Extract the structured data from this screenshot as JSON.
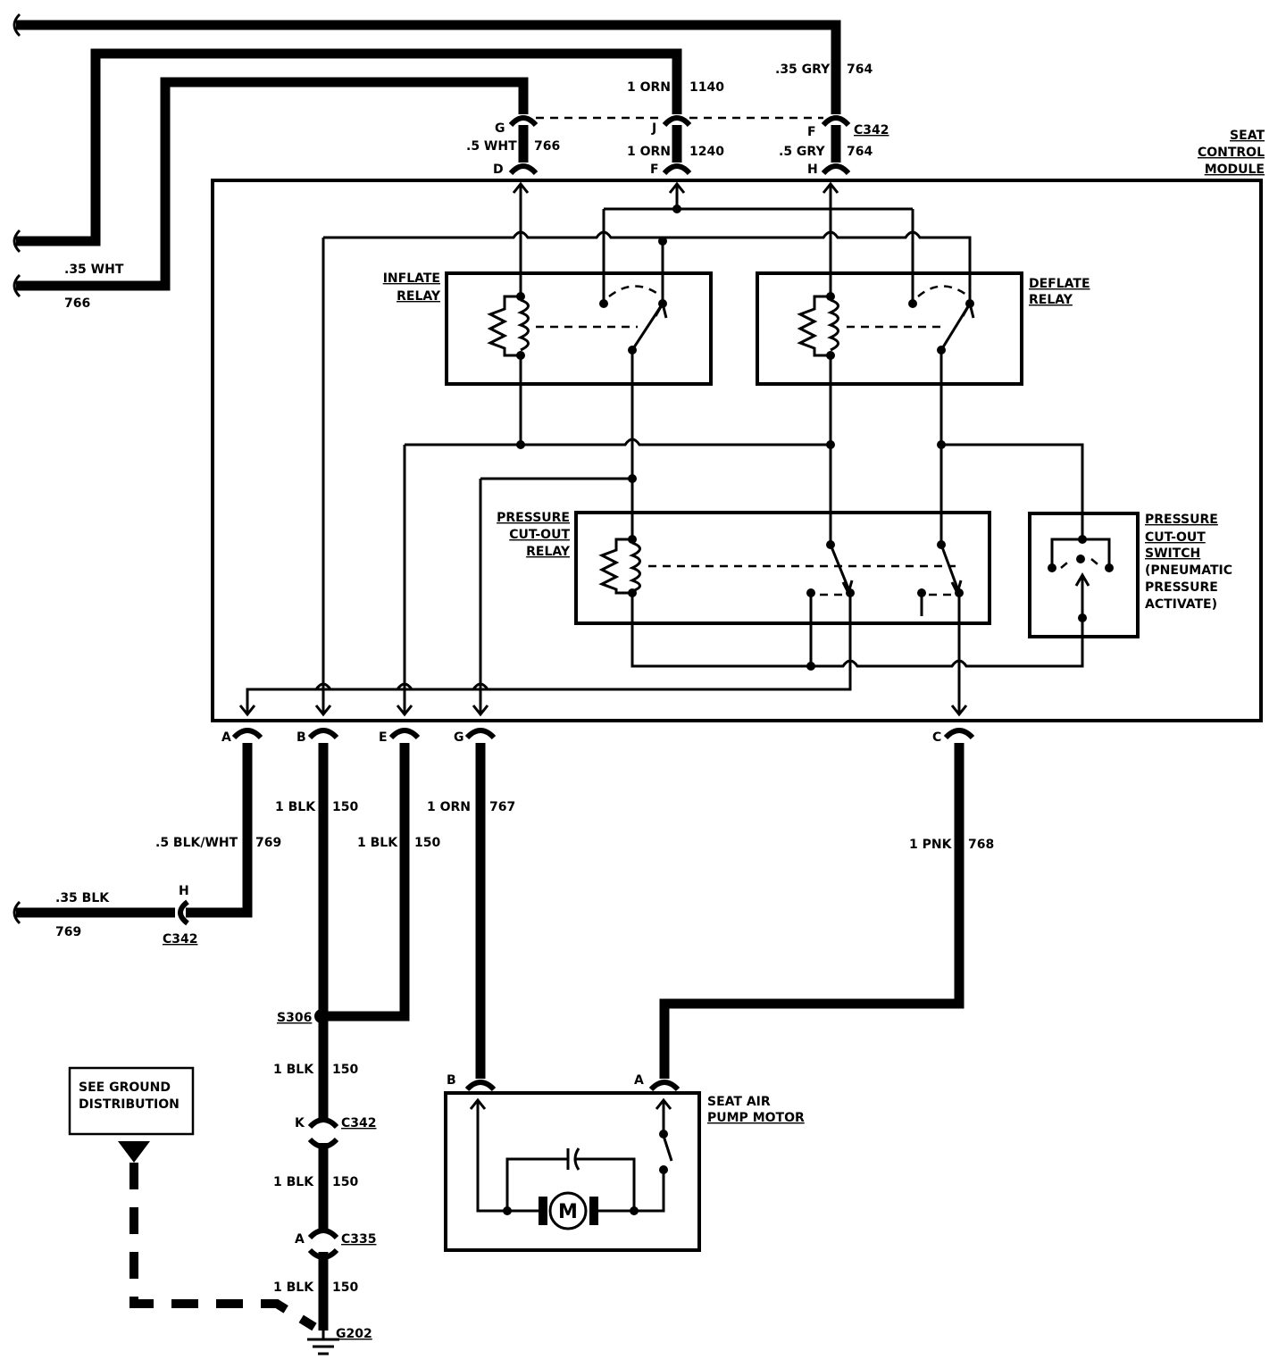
{
  "module": {
    "title_lines": [
      "SEAT",
      "CONTROL",
      "MODULE"
    ]
  },
  "relays": {
    "inflate": [
      "INFLATE",
      "RELAY"
    ],
    "deflate": [
      "DEFLATE",
      "RELAY"
    ],
    "cutout": [
      "PRESSURE",
      "CUT-OUT",
      "RELAY"
    ]
  },
  "switch": {
    "lines": [
      "PRESSURE",
      "CUT-OUT",
      "SWITCH",
      "(PNEUMATIC",
      "PRESSURE",
      "ACTIVATE)"
    ]
  },
  "motor": {
    "label_lines": [
      "SEAT AIR",
      "PUMP MOTOR"
    ],
    "symbol": "M",
    "pin_b": "B",
    "pin_a": "A"
  },
  "ground_box": {
    "lines": [
      "SEE GROUND",
      "DISTRIBUTION"
    ]
  },
  "top_wires": {
    "left_label": ".35 WHT",
    "left_circuit": "766",
    "g_pin": "G",
    "g_wire": ".5 WHT",
    "g_circuit": "766",
    "d_pin": "D",
    "j_pin": "J",
    "j_upper_wire": "1 ORN",
    "j_upper_circuit": "1140",
    "j_lower_wire": "1 ORN",
    "j_lower_circuit": "1240",
    "f_pin": "F",
    "f_top_pin": "F",
    "f_upper_wire": ".35 GRY",
    "f_upper_circuit": "764",
    "f_lower_wire": ".5 GRY",
    "f_lower_circuit": "764",
    "h_pin": "H",
    "connector": "C342"
  },
  "bottom_pins": {
    "a": "A",
    "b": "B",
    "e": "E",
    "g": "G",
    "c": "C"
  },
  "bottom_wires": {
    "a_wire": ".5 BLK/WHT",
    "a_circuit": "769",
    "b_wire": "1 BLK",
    "b_circuit": "150",
    "e_wire": "1 BLK",
    "e_circuit": "150",
    "g_wire": "1 ORN",
    "g_circuit": "767",
    "c_wire": "1 PNK",
    "c_circuit": "768",
    "left_wire": ".35 BLK",
    "left_circuit": "769",
    "h_pin": "H",
    "h_connector": "C342"
  },
  "ground_path": {
    "splice": "S306",
    "seg1_wire": "1 BLK",
    "seg1_circuit": "150",
    "k_pin": "K",
    "k_connector": "C342",
    "seg2_wire": "1 BLK",
    "seg2_circuit": "150",
    "a_pin": "A",
    "a_connector": "C335",
    "seg3_wire": "1 BLK",
    "seg3_circuit": "150",
    "ground": "G202"
  }
}
